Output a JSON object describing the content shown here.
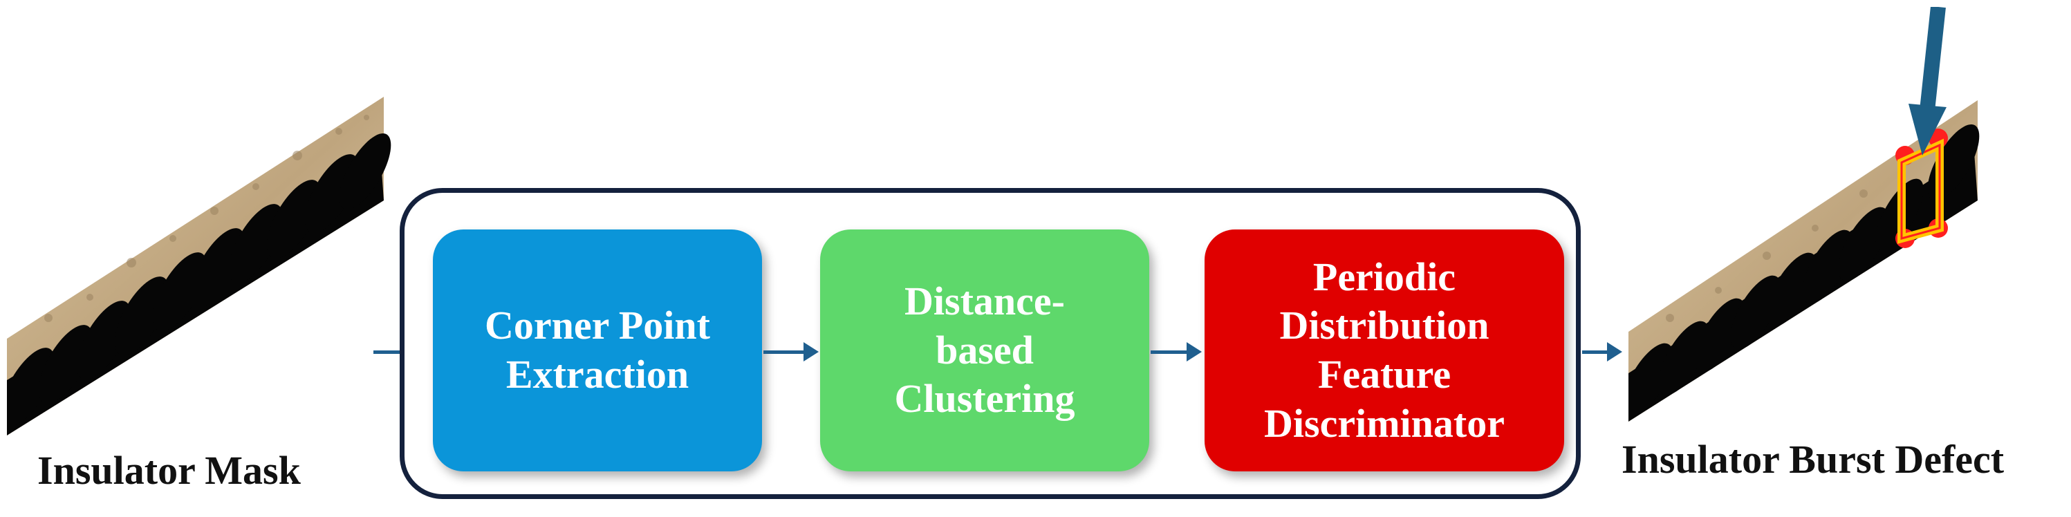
{
  "captions": {
    "input": "Insulator Mask",
    "output": "Insulator Burst Defect"
  },
  "stages": [
    {
      "id": "corner-point-extraction",
      "label": "Corner Point\nExtraction",
      "color": "#0b95d9"
    },
    {
      "id": "distance-based-clustering",
      "label": "Distance-\nbased\nClustering",
      "color": "#5ed86b"
    },
    {
      "id": "periodic-distribution-feature-discriminator",
      "label": "Periodic\nDistribution\nFeature\nDiscriminator",
      "color": "#e00000"
    }
  ],
  "colors": {
    "frame": "#14213d",
    "arrow": "#1f5f8f",
    "insulator_dark": "#060606",
    "insulator_background": "#c9b391",
    "defect_circle": "#ff1f1f",
    "defect_box": "#ffc400",
    "pointer_arrow": "#1d5f86"
  },
  "icons": {
    "input_image": "insulator-mask-image",
    "output_image": "insulator-defect-image",
    "pointer": "defect-pointer-arrow-icon"
  }
}
